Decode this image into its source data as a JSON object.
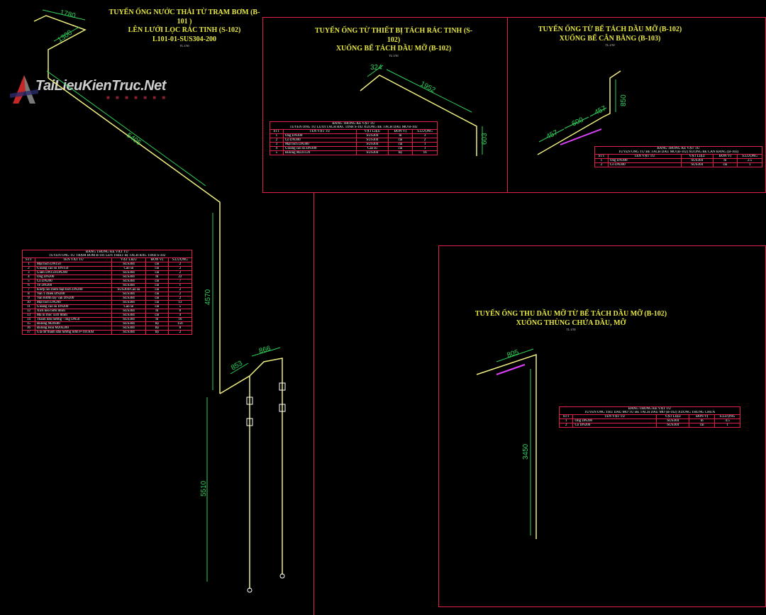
{
  "watermark": "TaiLieuKienTruc.Net",
  "drawing1": {
    "title": [
      "TUYẾN ỐNG NƯỚC THẢI TỪ TRẠM BƠM (B-101 )",
      "LÊN LƯỚI LỌC RÁC TINH (S-102)",
      "L101-01-SUS304-200"
    ],
    "scale": "TL:1/50",
    "dims": [
      "1780",
      "1300",
      "5405",
      "4570",
      "853",
      "866",
      "5510"
    ],
    "table": {
      "caption": [
        "BẢNG THỐNG KÊ VẬT TƯ",
        "TUYẾN ỐNG TỪ TRẠM BƠM B-101 LÊN THIẾT BỊ TÁCH RÁC TINH S-102"
      ],
      "headers": [
        "STT",
        "TÊN VẬT TƯ",
        "VẬT LIỆU",
        "ĐƠN VỊ",
        "S.LƯỢNG"
      ],
      "rows": [
        [
          "1",
          "Mặt bích DN150",
          "SUS304",
          "cái",
          "2"
        ],
        [
          "2",
          "Gioăng cao su DN150",
          "Cao su",
          "cái",
          "2"
        ],
        [
          "3",
          "Giảm DN150/DN200",
          "SUS304",
          "cái",
          "2"
        ],
        [
          "4",
          "Ống DN200",
          "SUS304",
          "m",
          "22"
        ],
        [
          "5",
          "Co DN200",
          "SUS304",
          "cái",
          "7"
        ],
        [
          "6",
          "Tê DN200",
          "SUS304",
          "cái",
          "1"
        ],
        [
          "7",
          "Khớp nối mềm mặt bích DN200",
          "SUS304/Cao su",
          "cái",
          "2"
        ],
        [
          "8",
          "Van 1 chiều DN200",
          "SUS304",
          "cái",
          "2"
        ],
        [
          "9",
          "Van bướm tay vặn DN200",
          "SUS304",
          "cái",
          "2"
        ],
        [
          "10",
          "Mặt bích DN200",
          "SUS304",
          "cái",
          "13"
        ],
        [
          "11",
          "Gioăng cao su DN200",
          "Cao su",
          "cái",
          "5"
        ],
        [
          "12",
          "Xích kéo bơm 8mm",
          "SUS304",
          "m",
          "8"
        ],
        [
          "13",
          "Ma ní móc xích 8mm",
          "SUS304",
          "cái",
          "4"
        ],
        [
          "14",
          "Thanh dẫn hướng - ống DN50",
          "SUS304",
          "m",
          "16"
        ],
        [
          "15",
          "Bulong M20x80",
          "SUS304",
          "bộ",
          "156"
        ],
        [
          "16",
          "Bulong Hoá M20x200",
          "SUS304",
          "bộ",
          "8"
        ],
        [
          "17",
          "Giá đỡ thanh dẫn hướng bơm P-101A/B",
          "SUS304",
          "bộ",
          "2"
        ]
      ]
    }
  },
  "drawing2": {
    "title": [
      "TUYẾN ỐNG TỪ THIẾT BỊ TÁCH RÁC TINH (S-102)",
      "XUỐNG BỂ TÁCH DẦU MỠ (B-102)"
    ],
    "scale": "TL:1/50",
    "dims": [
      "324",
      "1952",
      "603"
    ],
    "table": {
      "caption": [
        "BẢNG THỐNG KÊ VẬT TƯ",
        "TUYẾN ỐNG TỪ LƯỚI TÁCH RÁC TINH S-102 XUỐNG BỂ TÁCH DẦU MỠ B-102"
      ],
      "headers": [
        "STT",
        "TÊN VẬT TƯ",
        "VẬT LIỆU",
        "ĐƠN VỊ",
        "S.LƯỢNG"
      ],
      "rows": [
        [
          "1",
          "Ống DN300",
          "SUS304",
          "m",
          "3"
        ],
        [
          "2",
          "Co DN300",
          "SUS304",
          "cái",
          "2"
        ],
        [
          "3",
          "Mặt bích DN300",
          "SUS304",
          "cái",
          "1"
        ],
        [
          "4",
          "Gioăng cao su DN300",
          "Cao su",
          "cái",
          "1"
        ],
        [
          "5",
          "Bulong M22x120",
          "SUS304",
          "bộ",
          "16"
        ]
      ]
    }
  },
  "drawing3": {
    "title": [
      "TUYẾN ỐNG TỪ BỂ TÁCH DẦU MỠ (B-102)",
      "XUỐNG BỂ CÂN BẰNG (B-103)"
    ],
    "scale": "TL:1/50",
    "dims": [
      "457",
      "600",
      "457",
      "850"
    ],
    "table": {
      "caption": [
        "BẢNG THỐNG KÊ VẬT TƯ",
        "TUYẾN ỐNG TỪ BỂ TÁCH DẦU MỠ (B-102) XUỐNG BỂ CÂN BẰNG (B-103)"
      ],
      "headers": [
        "STT",
        "TÊN VẬT TƯ",
        "VẬT LIỆU",
        "ĐƠN VỊ",
        "S.LƯỢNG"
      ],
      "rows": [
        [
          "1",
          "Ống DN300",
          "SUS304",
          "m",
          "2.5"
        ],
        [
          "2",
          "Co DN300",
          "SUS304",
          "cái",
          "1"
        ]
      ]
    }
  },
  "drawing4": {
    "title": [
      "TUYẾN ỐNG THU DẦU MỠ TỪ BỂ TÁCH DẦU MỠ (B-102)",
      "XUỐNG THÙNG CHỨA DẦU, MỠ"
    ],
    "scale": "TL:1/50",
    "dims": [
      "805",
      "3450"
    ],
    "table": {
      "caption": [
        "BẢNG THỐNG KÊ VẬT TƯ",
        "TUYẾN ỐNG THU DẦU MỠ TỪ BỂ TÁCH DẦU MỠ (B-102) XUỐNG THÙNG CHỨA"
      ],
      "headers": [
        "STT",
        "TÊN VẬT TƯ",
        "VẬT LIỆU",
        "ĐƠN VỊ",
        "S.LƯỢNG"
      ],
      "rows": [
        [
          "1",
          "Ống DN200",
          "SUS304",
          "m",
          "4.5"
        ],
        [
          "2",
          "Co DN200",
          "SUS304",
          "cái",
          "1"
        ]
      ]
    }
  },
  "colors": {
    "frame": "#e0204a",
    "pipe": "#f0f080",
    "dimension": "#2fd25a",
    "title": "#e8e840",
    "table_text": "#ffffff",
    "label": "#ffffff",
    "marker": "#e040ff"
  }
}
